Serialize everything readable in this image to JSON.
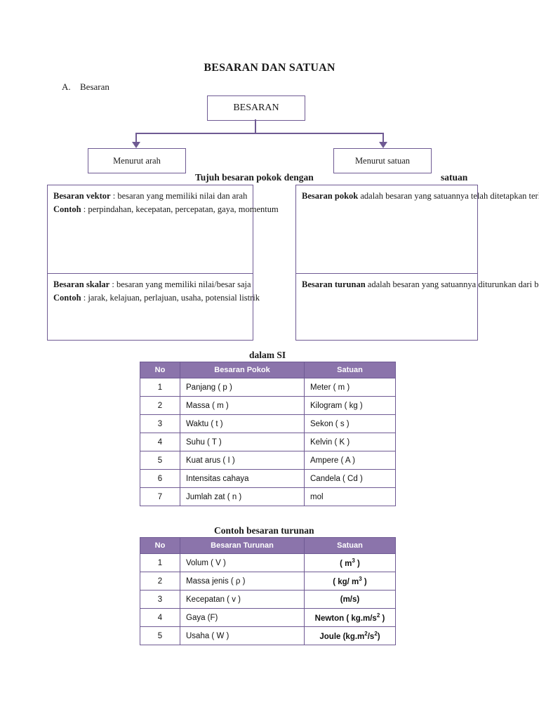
{
  "title": "BESARAN DAN SATUAN",
  "section": {
    "letter": "A.",
    "label": "Besaran"
  },
  "flow": {
    "root": "BESARAN",
    "left": "Menurut arah",
    "right": "Menurut satuan"
  },
  "captions": {
    "tujuh": "Tujuh besaran pokok dengan",
    "satuan_right": "satuan",
    "dalam_si": "dalam SI",
    "contoh_turunan": "Contoh besaran turunan"
  },
  "definitions": {
    "left": [
      {
        "term": "Besaran vektor",
        "def": " : besaran yang memiliki nilai dan arah",
        "contoh_label": "Contoh",
        "contoh": " : perpindahan, kecepatan, percepatan, gaya, momentum"
      },
      {
        "term": "Besaran skalar",
        "def": " : besaran yang memiliki nilai/besar saja",
        "contoh_label": "Contoh",
        "contoh": " : jarak, kelajuan, perlajuan, usaha, potensial listrik"
      }
    ],
    "right": [
      {
        "term": "Besaran pokok",
        "def": " adalah besaran yang satuannya telah ditetapkan terlebih dahulu"
      },
      {
        "term": "Besaran turunan",
        "def": " adalah besaran yang satuannya diturunkan dari besaran pokok"
      }
    ]
  },
  "table_pokok": {
    "headers": [
      "No",
      "Besaran Pokok",
      "Satuan"
    ],
    "rows": [
      [
        "1",
        "Panjang  ( p )",
        "Meter        ( m )"
      ],
      [
        "2",
        "Massa    ( m )",
        "Kilogram   ( kg )"
      ],
      [
        "3",
        "Waktu    ( t )",
        "Sekon       ( s )"
      ],
      [
        "4",
        "Suhu     ( T )",
        "Kelvin       ( K )"
      ],
      [
        "5",
        "Kuat arus ( I )",
        "Ampere     ( A )"
      ],
      [
        "6",
        "Intensitas cahaya",
        "Candela    ( Cd )"
      ],
      [
        "7",
        "Jumlah zat  ( n )",
        "mol"
      ]
    ]
  },
  "table_turunan": {
    "headers": [
      "No",
      "Besaran Turunan",
      "Satuan"
    ],
    "rows": [
      [
        "1",
        "Volum  ( V )",
        "( m3 )"
      ],
      [
        "2",
        "Massa jenis    ( ρ )",
        "( kg/ m3 )"
      ],
      [
        "3",
        "Kecepatan      ( v )",
        "(m/s)"
      ],
      [
        "4",
        "Gaya (F)",
        "Newton ( kg.m/s2 )"
      ],
      [
        "5",
        "Usaha  ( W )",
        "Joule (kg.m2/s2)"
      ]
    ]
  },
  "colors": {
    "accent": "#8b74ab",
    "border": "#6f5a93"
  }
}
